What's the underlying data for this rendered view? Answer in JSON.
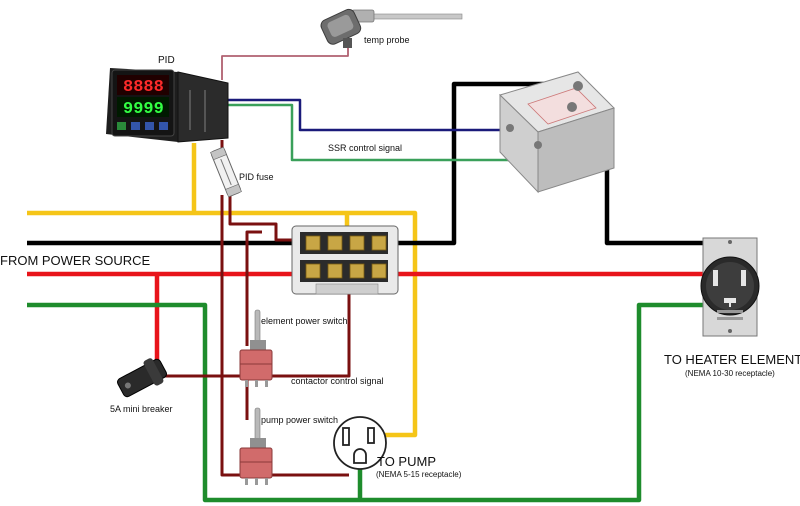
{
  "labels": {
    "temp_probe": "temp probe",
    "pid": "PID",
    "pid_fuse": "PID fuse",
    "ssr_control": "SSR control signal",
    "from_power": "FROM POWER SOURCE",
    "element_switch": "element power switch",
    "contactor_signal": "contactor control signal",
    "mini_breaker": "5A mini breaker",
    "pump_switch": "pump power switch",
    "to_pump": "TO PUMP",
    "pump_receptacle": "(NEMA 5-15 receptacle)",
    "to_heater": "TO HEATER ELEMENT",
    "heater_receptacle": "(NEMA 10-30 receptacle)"
  },
  "pid_display": {
    "pv": "8888",
    "sv": "9999"
  },
  "wire_colors": {
    "hot_black": "#000000",
    "hot_red": "#e8141a",
    "neutral_yellow": "#f5c518",
    "ground_green": "#1e8c2c",
    "control_darkred": "#7a1010",
    "signal_navy": "#1a1a7a",
    "signal_green": "#3aa05a",
    "probe_pink": "#b06070"
  }
}
